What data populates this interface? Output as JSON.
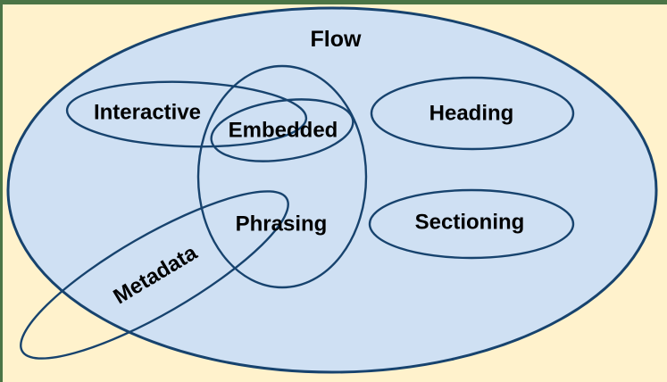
{
  "colors": {
    "page_background": "#fff2cc",
    "frame_border": "#4b7546",
    "flow_fill": "#cfe0f3",
    "ellipse_stroke": "#17436e",
    "label_text": "#000000"
  },
  "labels": {
    "flow": "Flow",
    "interactive": "Interactive",
    "embedded": "Embedded",
    "heading": "Heading",
    "phrasing": "Phrasing",
    "sectioning": "Sectioning",
    "metadata": "Metadata"
  }
}
